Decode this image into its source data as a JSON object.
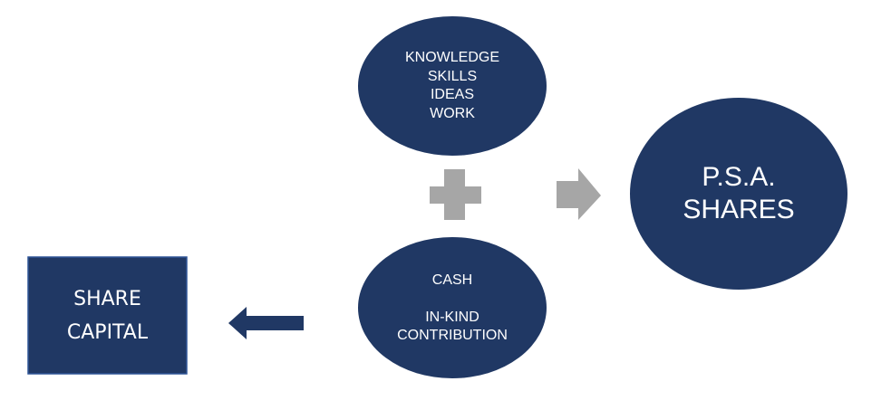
{
  "colors": {
    "node_fill": "#203864",
    "node_text": "#ffffff",
    "operator": "#a6a6a6",
    "background": "#ffffff"
  },
  "nodes": {
    "knowledge": {
      "lines": [
        "KNOWLEDGE",
        "SKILLS",
        "IDEAS",
        "WORK"
      ]
    },
    "cash": {
      "line1": "CASH",
      "line2": "IN-KIND",
      "line3": "CONTRIBUTION"
    },
    "psa_shares": {
      "line1": "P.S.A.",
      "line2": "SHARES"
    },
    "share_capital": {
      "line1": "SHARE",
      "line2": "CAPITAL"
    }
  },
  "connectors": {
    "plus": {
      "icon": "plus-icon"
    },
    "to_shares": {
      "icon": "arrow-right-icon"
    },
    "to_capital": {
      "icon": "arrow-left-icon"
    }
  }
}
